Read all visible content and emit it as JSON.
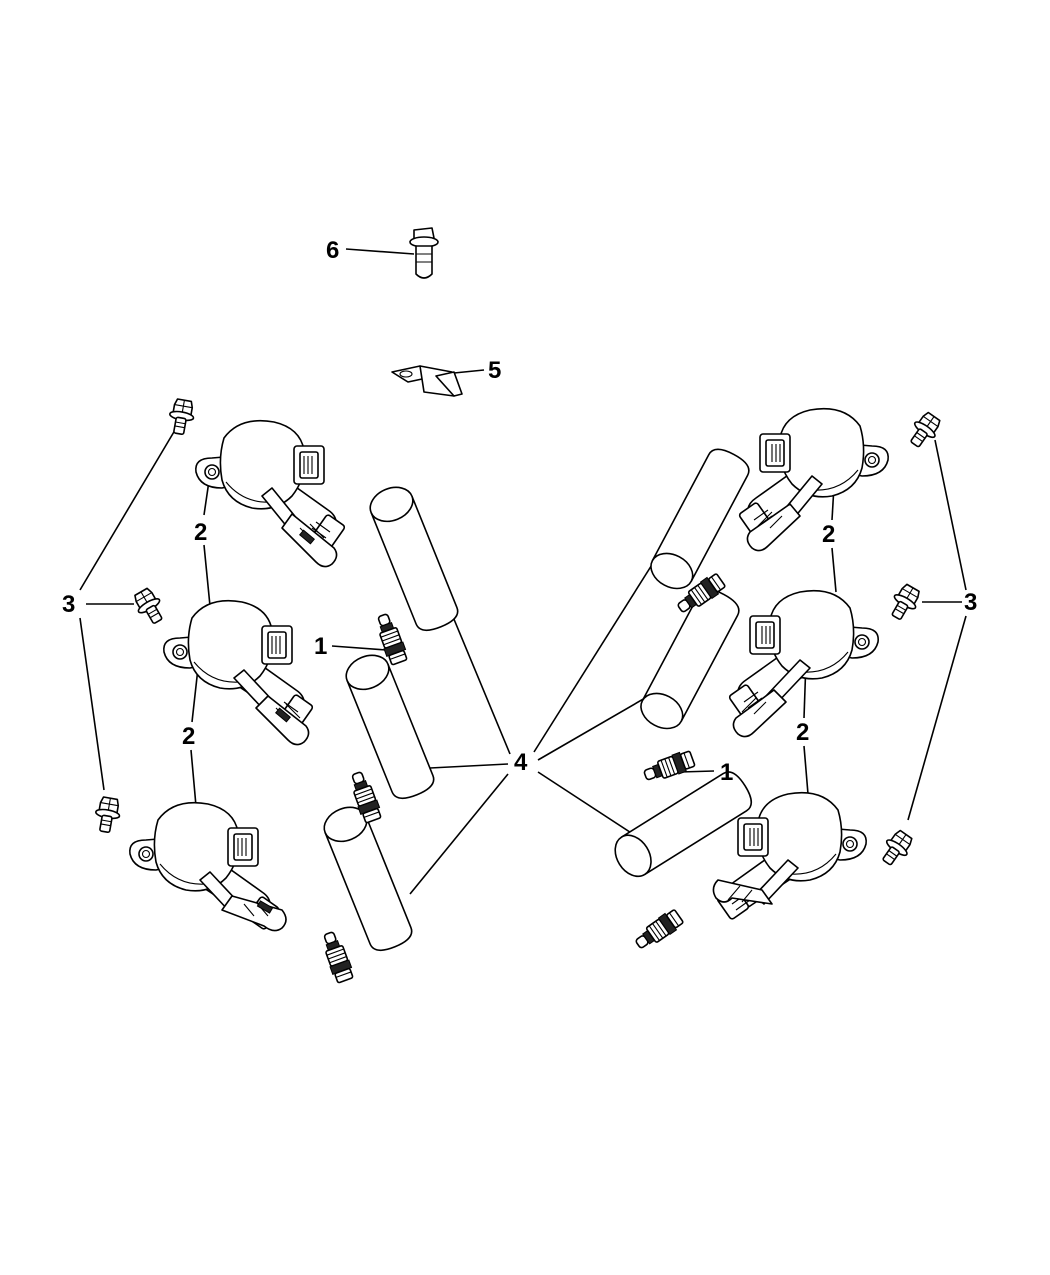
{
  "callouts": {
    "spark_plug": "1",
    "ignition_coil": "2",
    "coil_bolt": "3",
    "boot": "4",
    "bracket": "5",
    "bracket_bolt": "6"
  },
  "colors": {
    "line": "#000000",
    "background": "#ffffff"
  },
  "icons": {
    "spark_plug": "spark-plug-icon",
    "ignition_coil": "ignition-coil-icon",
    "bolt": "bolt-icon",
    "boot": "coil-boot-icon",
    "bracket": "bracket-icon"
  }
}
